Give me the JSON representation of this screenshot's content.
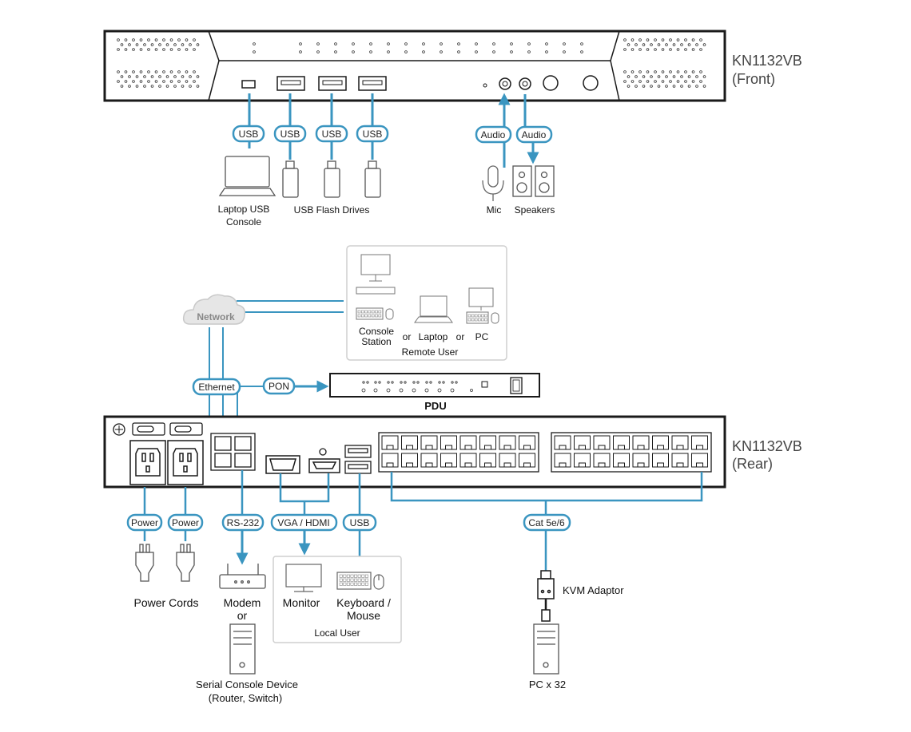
{
  "front_device": {
    "model": "KN1132VB",
    "side": "(Front)"
  },
  "rear_device": {
    "model": "KN1132VB",
    "side": "(Rear)"
  },
  "front_connections": {
    "usb_1": "USB",
    "usb_2": "USB",
    "usb_3": "USB",
    "usb_4": "USB",
    "audio_in": "Audio",
    "audio_out": "Audio"
  },
  "front_labels": {
    "laptop_line1": "Laptop USB",
    "laptop_line2": "Console",
    "flash_drives": "USB Flash Drives",
    "mic": "Mic",
    "speakers": "Speakers"
  },
  "network": {
    "cloud_label": "Network",
    "ethernet_label": "Ethernet",
    "pon_label": "PON",
    "pdu_label": "PDU"
  },
  "remote_user": {
    "console_line1": "Console",
    "console_line2": "Station",
    "or_1": "or",
    "laptop": "Laptop",
    "or_2": "or",
    "pc": "PC",
    "group_label": "Remote User"
  },
  "rear_connections": {
    "power_1": "Power",
    "power_2": "Power",
    "rs232": "RS-232",
    "vga_hdmi": "VGA / HDMI",
    "usb": "USB",
    "cat": "Cat 5e/6"
  },
  "rear_labels": {
    "power_cords": "Power Cords",
    "modem_line1": "Modem",
    "modem_line2": "or",
    "serial_line1": "Serial Console Device",
    "serial_line2": "(Router, Switch)",
    "monitor": "Monitor",
    "kbm_line1": "Keyboard /",
    "kbm_line2": "Mouse",
    "local_user": "Local User",
    "kvm_adaptor": "KVM Adaptor",
    "pc_x32": "PC x 32"
  },
  "colors": {
    "accent": "#3a95c0",
    "frame": "#1a1a1a",
    "group_border": "#cfcfcf",
    "cloud": "#e6e6e6"
  }
}
